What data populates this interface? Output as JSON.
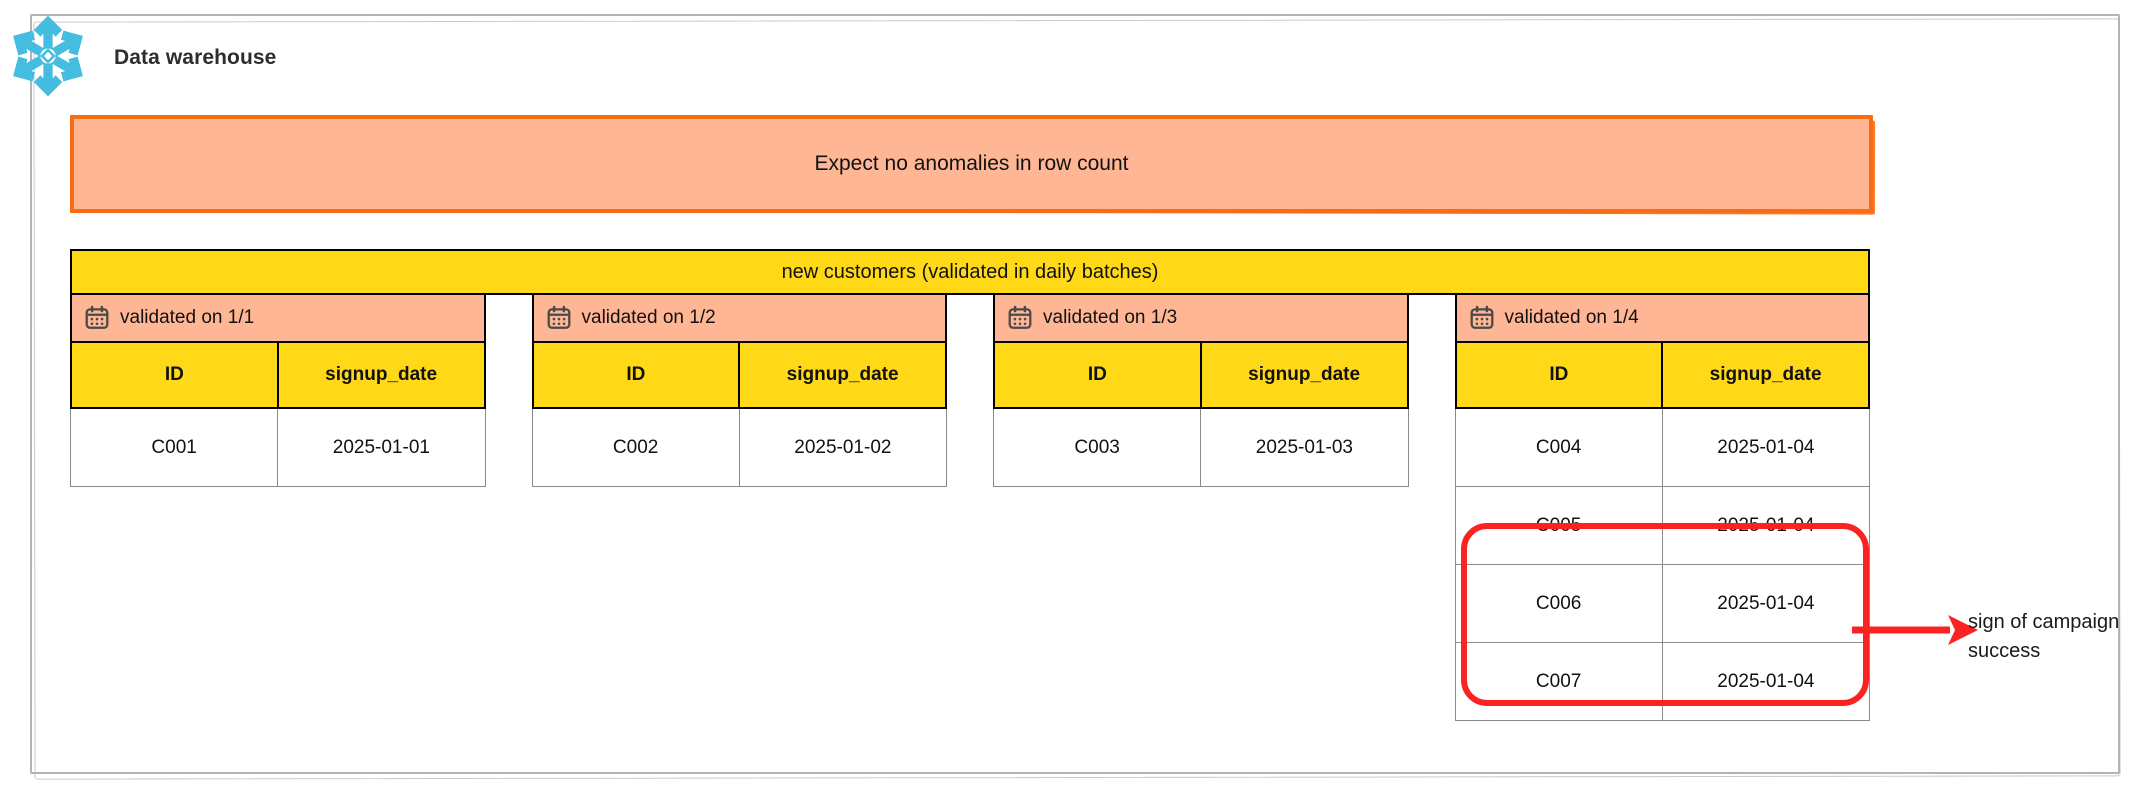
{
  "warehouse": {
    "title": "Data warehouse",
    "logo_icon": "snowflake-icon"
  },
  "banner": {
    "text": "Expect no anomalies in row count",
    "fill": "#ffb694",
    "stroke": "#f96c16"
  },
  "table": {
    "title": "new customers (validated in daily batches)",
    "header_fill": "#ffd917",
    "batch_header_fill": "#ffb694",
    "columns": [
      "ID",
      "signup_date"
    ],
    "batches": [
      {
        "icon": "calendar-icon",
        "label": "validated on 1/1",
        "rows": [
          {
            "id": "C001",
            "signup_date": "2025-01-01"
          }
        ]
      },
      {
        "icon": "calendar-icon",
        "label": "validated on 1/2",
        "rows": [
          {
            "id": "C002",
            "signup_date": "2025-01-02"
          }
        ]
      },
      {
        "icon": "calendar-icon",
        "label": "validated on 1/3",
        "rows": [
          {
            "id": "C003",
            "signup_date": "2025-01-03"
          }
        ]
      },
      {
        "icon": "calendar-icon",
        "label": "validated on 1/4",
        "rows": [
          {
            "id": "C004",
            "signup_date": "2025-01-04"
          },
          {
            "id": "C005",
            "signup_date": "2025-01-04"
          },
          {
            "id": "C006",
            "signup_date": "2025-01-04"
          },
          {
            "id": "C007",
            "signup_date": "2025-01-04"
          }
        ]
      }
    ]
  },
  "annotation": {
    "text": "sign of campaign success",
    "color": "#fb2222",
    "highlight_color": "#fb2222"
  }
}
